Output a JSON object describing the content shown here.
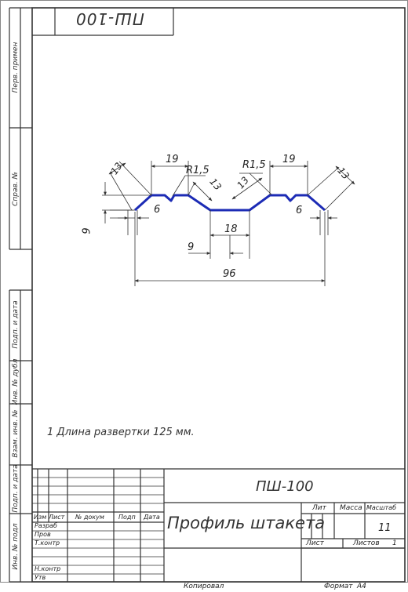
{
  "stamp_top": "ПШ-100",
  "side_labels": {
    "perv_primen": "Перв. примен",
    "sprav_no": "Справ. №",
    "podp_data_1": "Подп. и дата",
    "inv_dubl": "Инв. № дубл",
    "vzam_inv": "Взам. инв. №",
    "podp_data_2": "Подп. и дата",
    "inv_podl": "Инв. № подл"
  },
  "dimensions": {
    "d13_left": "13",
    "d19_left": "19",
    "r15_left": "R1,5",
    "d13_left_inner": "13",
    "r15_right": "R1,5",
    "d19_right": "19",
    "d13_right": "13",
    "d13_right_inner": "13",
    "d6_left": "6",
    "d6_right": "6",
    "d9_height": "9",
    "d18": "18",
    "d9_bottom": "9",
    "d96": "96"
  },
  "note": "1  Длина развертки 125 мм.",
  "title_block": {
    "designation": "ПШ-100",
    "title": "Профиль штакета",
    "col_izm": "Изм",
    "col_list": "Лист",
    "col_dokum": "№ докум",
    "col_podp": "Подп",
    "col_data": "Дата",
    "row_razrab": "Разраб",
    "row_prov": "Пров",
    "row_tkontr": "Т.контр",
    "row_nkontr": "Н.контр",
    "row_utv": "Утв",
    "lit": "Лит",
    "massa": "Масса",
    "masshtab": "Масштаб",
    "scale_value": "11",
    "list_label": "Лист",
    "listov_label": "Листов",
    "listov_value": "1"
  },
  "footer": {
    "copied": "Копировал",
    "format_label": "Формат",
    "format_value": "А4"
  },
  "colors": {
    "profile": "#1c2bb5",
    "lines": "#333333"
  }
}
